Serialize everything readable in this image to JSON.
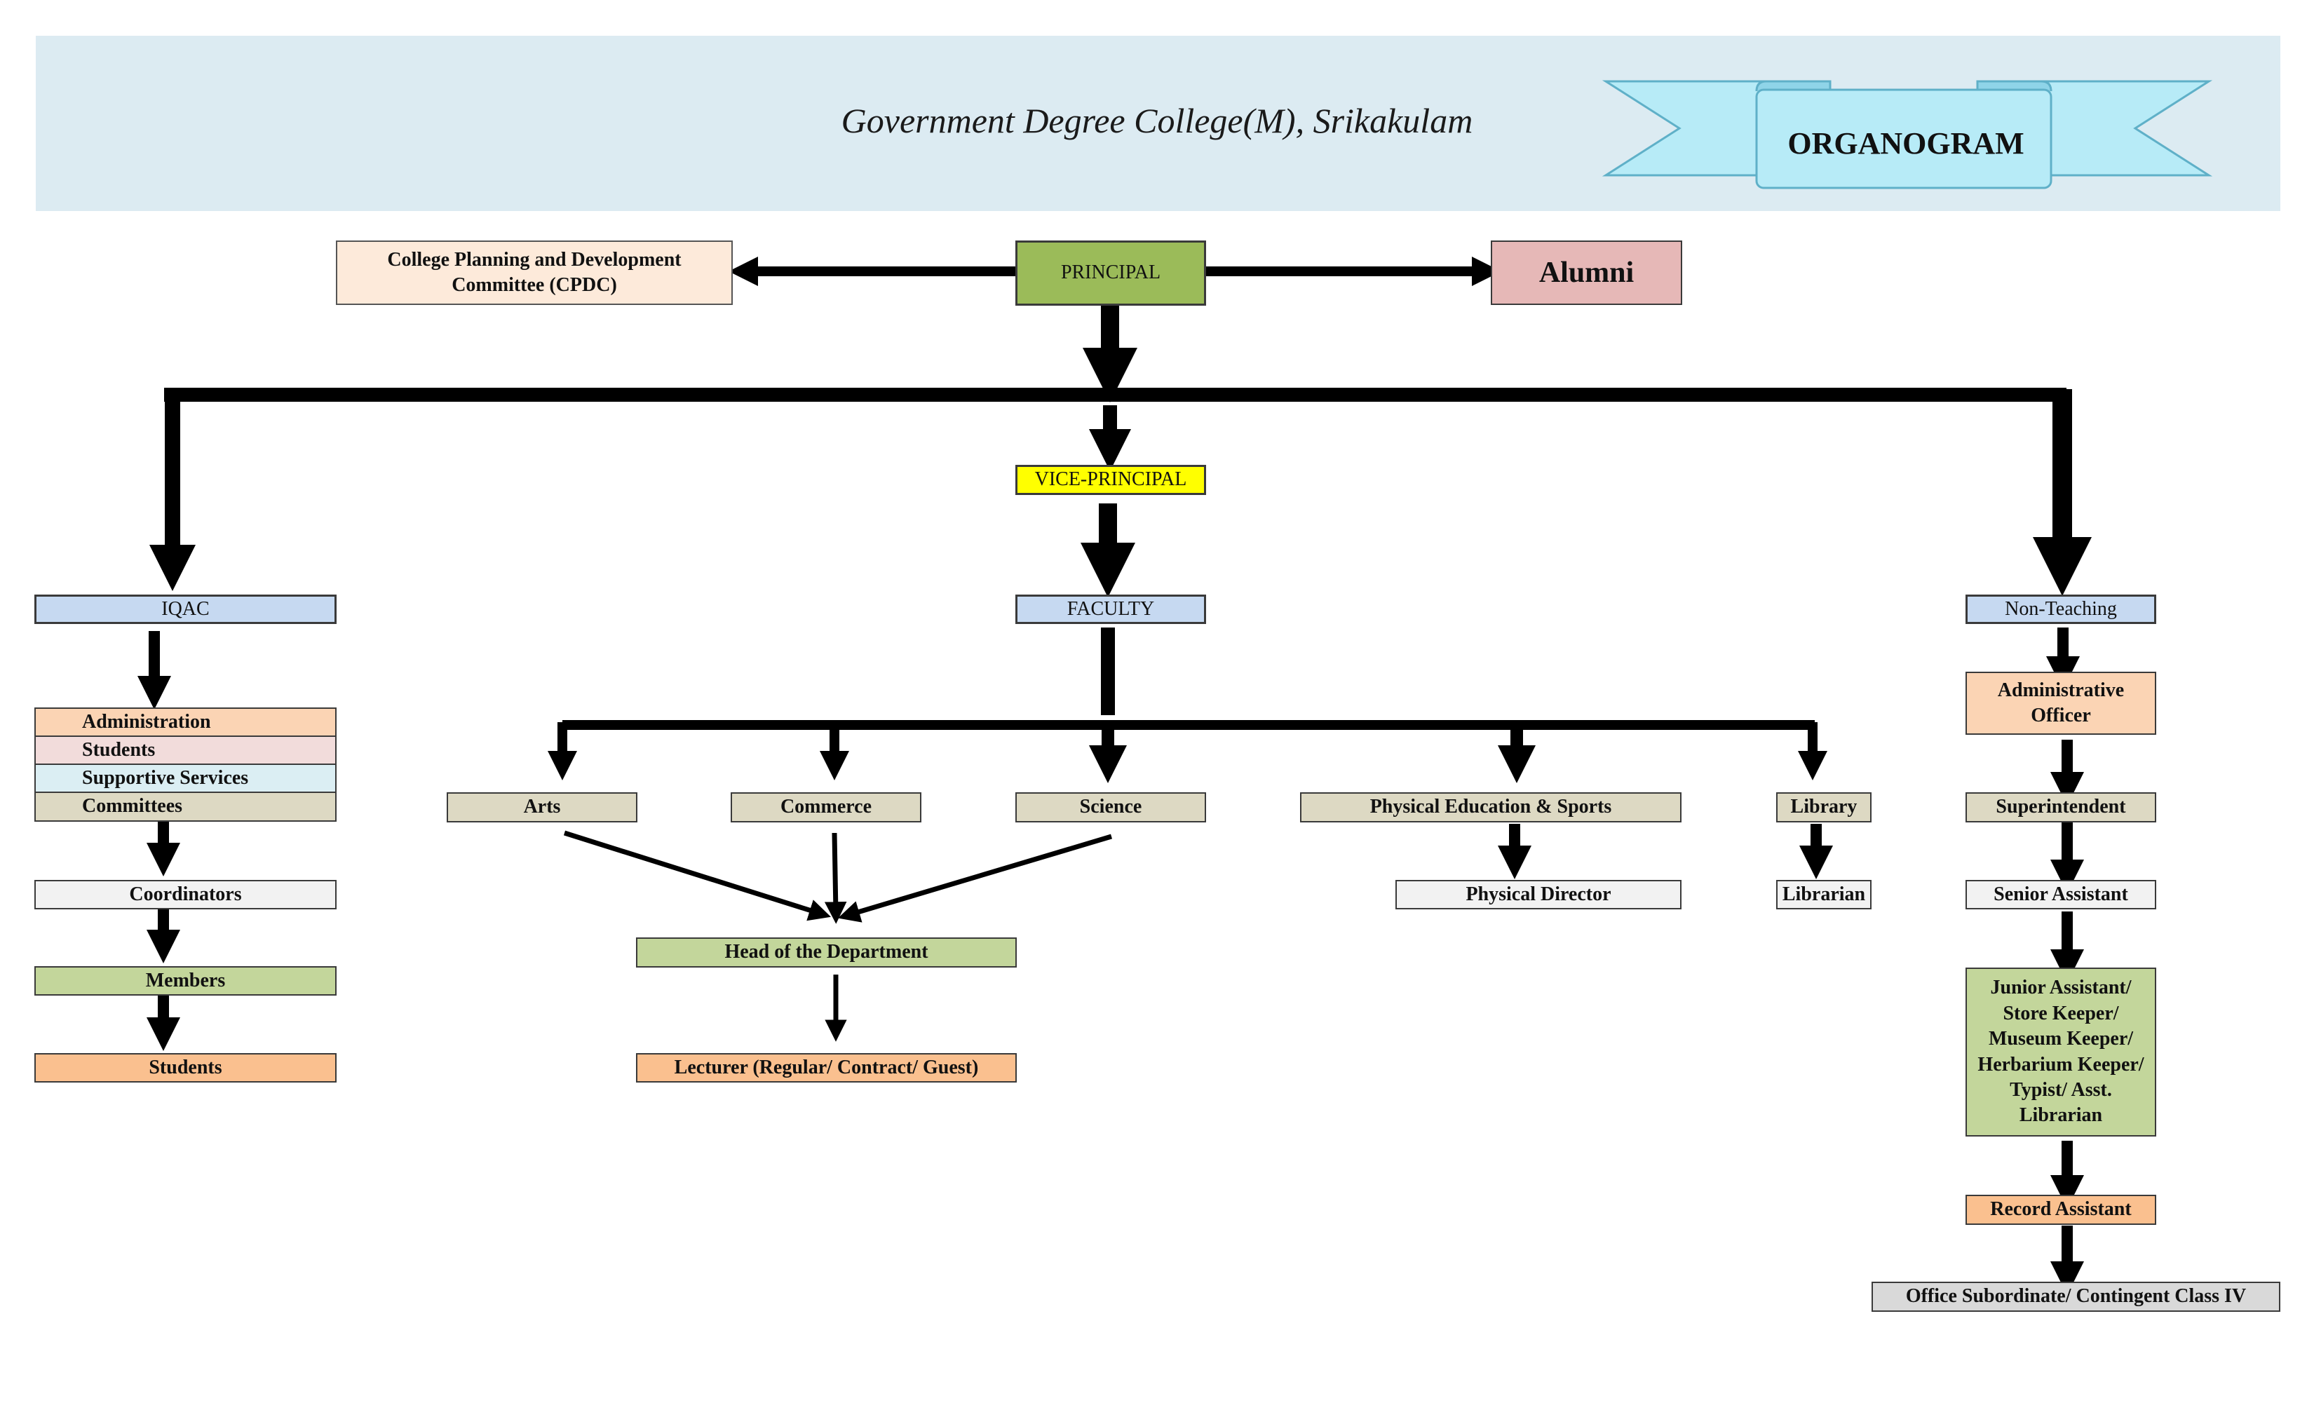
{
  "header": {
    "title": "Government Degree College(M), Srikakulam",
    "ribbon_label": "ORGANOGRAM"
  },
  "nodes": {
    "principal": "PRINCIPAL",
    "cpdc": "College Planning and Development\nCommittee (CPDC)",
    "alumni": "Alumni",
    "vice_principal": "VICE-PRINCIPAL",
    "iqac": "IQAC",
    "faculty": "FACULTY",
    "non_teaching": "Non-Teaching",
    "iqac_administration": "Administration",
    "iqac_students": "Students",
    "iqac_supportive_services": "Supportive Services",
    "iqac_committees": "Committees",
    "coordinators": "Coordinators",
    "members": "Members",
    "iqac_students_bottom": "Students",
    "arts": "Arts",
    "commerce": "Commerce",
    "science": "Science",
    "physical_education": "Physical Education & Sports",
    "library": "Library",
    "physical_director": "Physical Director",
    "librarian": "Librarian",
    "head_of_department": "Head of the Department",
    "lecturer": "Lecturer (Regular/ Contract/ Guest)",
    "administrative_officer": "Administrative\nOfficer",
    "superintendent": "Superintendent",
    "senior_assistant": "Senior Assistant",
    "junior_assistant": "Junior Assistant/\nStore Keeper/\nMuseum Keeper/\nHerbarium Keeper/\nTypist/ Asst.\nLibrarian",
    "record_assistant": "Record Assistant",
    "office_subordinate": "Office Subordinate/ Contingent Class IV"
  },
  "colors": {
    "banner": "#dcebf2",
    "ribbon": "#b7ebf7",
    "principal": "#9bbb59",
    "vice_principal": "#ffff00",
    "light_blue": "#c6d9f1",
    "peach": "#fbd4b4",
    "pink": "#e6b8b7",
    "light_pink": "#f2dcdb",
    "pale_blue": "#dbeef3",
    "tan": "#ddd9c3",
    "light_gray": "#f2f2f2",
    "green": "#c3d69b",
    "orange": "#fac08f",
    "gray": "#d9d9d9",
    "cpdc": "#fdeada"
  }
}
